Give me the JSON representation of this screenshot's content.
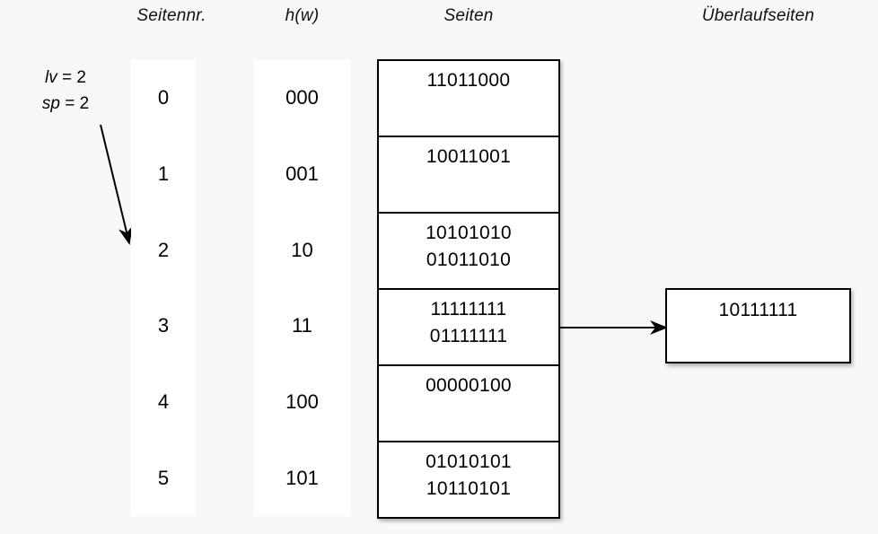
{
  "headers": {
    "seitennr": "Seitennr.",
    "hw": "h(w)",
    "seiten": "Seiten",
    "overflow": "Überlaufseiten"
  },
  "params": {
    "lv_label": "lv",
    "lv_eq": " = 2",
    "sp_label": "sp",
    "sp_eq": " = 2"
  },
  "rows": [
    {
      "seitennr": "0",
      "hw": "000",
      "records": [
        "11011000"
      ]
    },
    {
      "seitennr": "1",
      "hw": "001",
      "records": [
        "10011001"
      ]
    },
    {
      "seitennr": "2",
      "hw": "10",
      "records": [
        "10101010",
        "01011010"
      ]
    },
    {
      "seitennr": "3",
      "hw": "11",
      "records": [
        "11111111",
        "01111111"
      ]
    },
    {
      "seitennr": "4",
      "hw": "100",
      "records": [
        "00000100"
      ]
    },
    {
      "seitennr": "5",
      "hw": "101",
      "records": [
        "01010101",
        "10110101"
      ]
    }
  ],
  "overflow_pages": [
    {
      "from_row": 3,
      "records": [
        "10111111"
      ]
    }
  ],
  "colors": {
    "background": "#f8f8f8",
    "surface": "#ffffff",
    "stroke": "#000000",
    "text": "#000000"
  }
}
